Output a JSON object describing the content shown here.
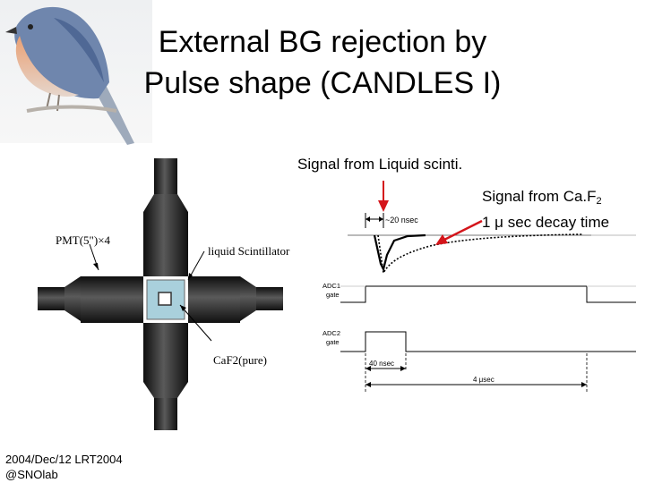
{
  "slide": {
    "title_line1": "External BG rejection by",
    "title_line2": "Pulse shape (CANDLES I)",
    "signal_ls_label": "Signal from Liquid scinti.",
    "signal_caf_line1_prefix": "Signal from Ca.F",
    "signal_caf_line1_sub": "2",
    "signal_caf_line2": "1 μ sec decay time",
    "footer_line1": "2004/Dec/12 LRT2004",
    "footer_line2": "@SNOlab"
  },
  "detector": {
    "pmt_label": "PMT(5\")×4",
    "ls_label": "liquid Scintillator",
    "caf_label": "CaF2(pure)"
  },
  "timing": {
    "pulse_width_label": "~20 nsec",
    "adc1_label_line1": "ADC1",
    "adc1_label_line2": "gate",
    "adc2_label_line1": "ADC2",
    "adc2_label_line2": "gate",
    "adc2_width_label": "40 nsec",
    "adc1_width_label": "4 μsec"
  },
  "colors": {
    "arrow_red": "#d4151b",
    "cell_fill": "#a9d0dc",
    "tube_dark": "#1e1e1e"
  },
  "icons": {
    "bird": "bluebird-photo"
  }
}
